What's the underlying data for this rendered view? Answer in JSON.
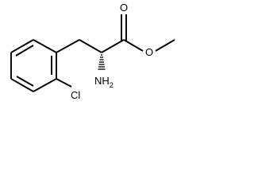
{
  "molecule": {
    "labels": {
      "carbonyl_oxygen": "O",
      "ester_oxygen": "O",
      "amine_main": "NH",
      "amine_sub": "2",
      "chlorine": "Cl"
    }
  }
}
